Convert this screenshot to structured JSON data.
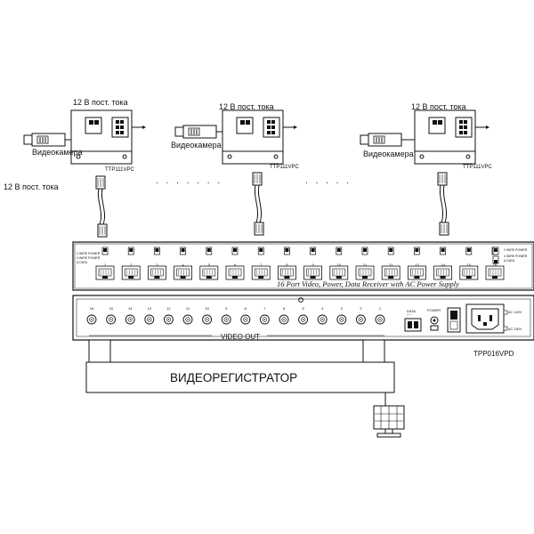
{
  "power_label": "12 В пост. тока",
  "left_power_label": "12 В пост. тока",
  "camera_label": "Видеокамера",
  "transceiver_model": "TTP111VPC",
  "dots": ". . . . . . .",
  "dots2": ". . . . .",
  "hub": {
    "caption": "16 Port Video, Power, Data Receiver with AC Power Supply",
    "legend_left": [
      "2 WIRE POWER",
      "4 WIRE POWER",
      "& DATA"
    ],
    "legend_right": [
      "2 WIRE POWER",
      "4 WIRE POWER",
      "& DATA"
    ],
    "port_numbers": [
      "1",
      "2",
      "3",
      "4",
      "5",
      "6",
      "7",
      "8",
      "9",
      "10",
      "11",
      "12",
      "13",
      "14",
      "15",
      "16"
    ]
  },
  "rear": {
    "bnc_numbers": [
      "16",
      "15",
      "14",
      "13",
      "12",
      "11",
      "10",
      "9",
      "8",
      "7",
      "6",
      "5",
      "4",
      "3",
      "2",
      "1"
    ],
    "video_out_label": "VIDEO OUT",
    "data_label": "DATA",
    "data_sub": "+ −",
    "power_label": "POWER",
    "ac_120": "AC 120V",
    "ac_230": "AC 230V"
  },
  "model_label": "TPP016VPD",
  "dvr_label": "ВИДЕОРЕГИСТРАТОР"
}
